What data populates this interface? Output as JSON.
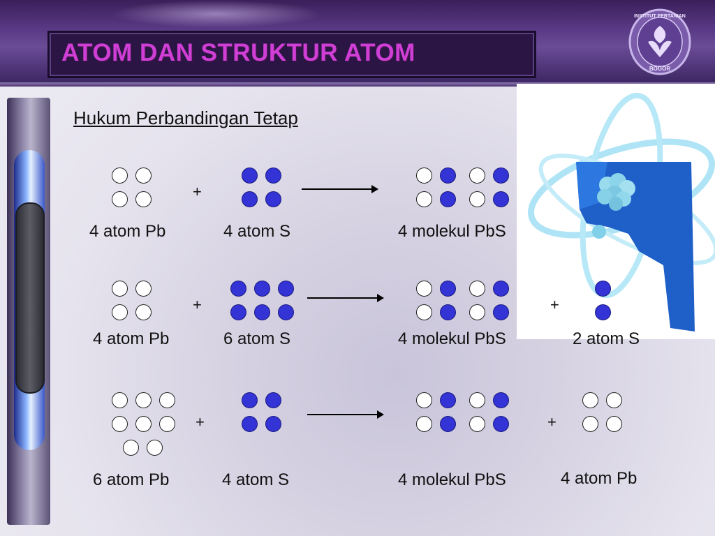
{
  "header": {
    "title": "ATOM DAN STRUKTUR ATOM"
  },
  "logo": {
    "icon": "institut-pertanian-bogor-logo-icon",
    "text_top": "INSTITUT PERTANIAN",
    "text_bottom": "BOGOR"
  },
  "subtitle": "Hukum Perbandingan Tetap",
  "plus_sign": "+",
  "rows": [
    {
      "labels": [
        "4 atom Pb",
        "4 atom S",
        "4 molekul PbS"
      ]
    },
    {
      "labels": [
        "4 atom Pb",
        "6 atom S",
        "4 molekul PbS",
        "2 atom S"
      ]
    },
    {
      "labels": [
        "6 atom Pb",
        "4 atom S",
        "4 molekul PbS",
        "4 atom Pb"
      ]
    }
  ],
  "colors": {
    "pb_atom": "#ffffff",
    "s_atom": "#3333d6",
    "title": "#cf3fd6"
  }
}
